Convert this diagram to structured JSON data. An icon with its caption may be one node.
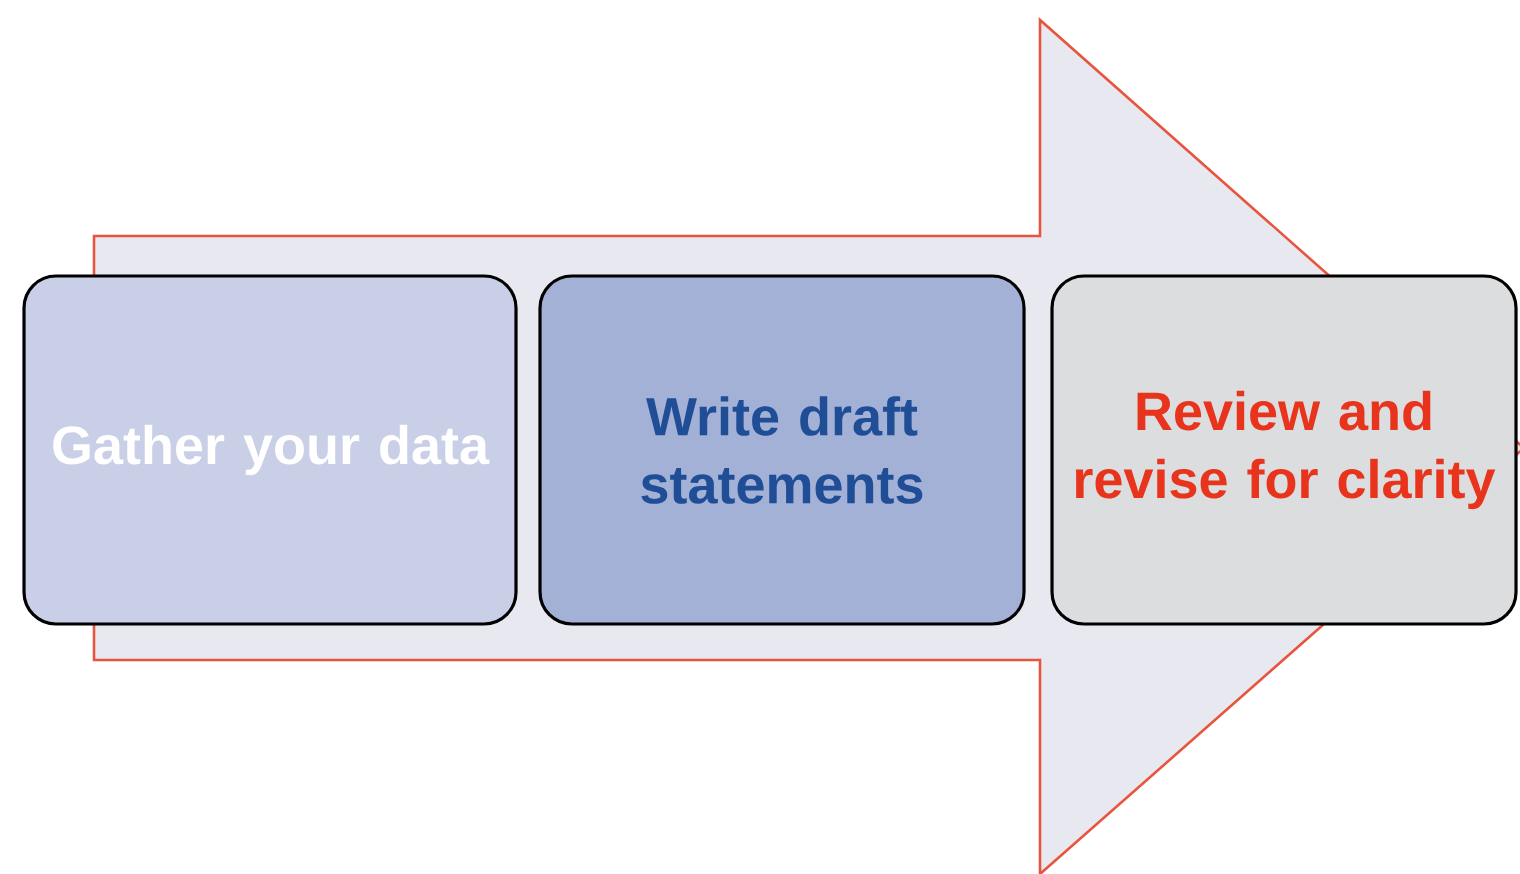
{
  "diagram": {
    "nodes": [
      {
        "text": [
          "Gather your data"
        ]
      },
      {
        "text": [
          "Write draft statements"
        ]
      },
      {
        "text": [
          "Review and revise for clarity"
        ]
      }
    ],
    "edges": [
      {
        "from": 0,
        "to": 2,
        "arrow": "to"
      }
    ]
  }
}
